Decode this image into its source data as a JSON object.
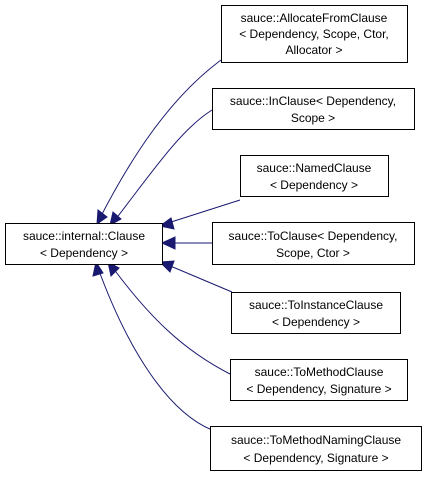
{
  "diagram": {
    "base": {
      "lines": [
        "sauce::internal::Clause",
        "< Dependency >"
      ]
    },
    "derived": [
      {
        "lines": [
          "sauce::AllocateFromClause",
          "< Dependency, Scope, Ctor,",
          "Allocator >"
        ]
      },
      {
        "lines": [
          "sauce::InClause< Dependency,",
          "Scope >"
        ]
      },
      {
        "lines": [
          "sauce::NamedClause",
          "< Dependency >"
        ]
      },
      {
        "lines": [
          "sauce::ToClause< Dependency,",
          "Scope, Ctor >"
        ]
      },
      {
        "lines": [
          "sauce::ToInstanceClause",
          "< Dependency >"
        ]
      },
      {
        "lines": [
          "sauce::ToMethodClause",
          "< Dependency, Signature >"
        ]
      },
      {
        "lines": [
          "sauce::ToMethodNamingClause",
          "< Dependency, Signature >"
        ]
      }
    ],
    "colors": {
      "edge": "#191970",
      "box_border": "#000000",
      "box_fill": "#ffffff"
    }
  }
}
